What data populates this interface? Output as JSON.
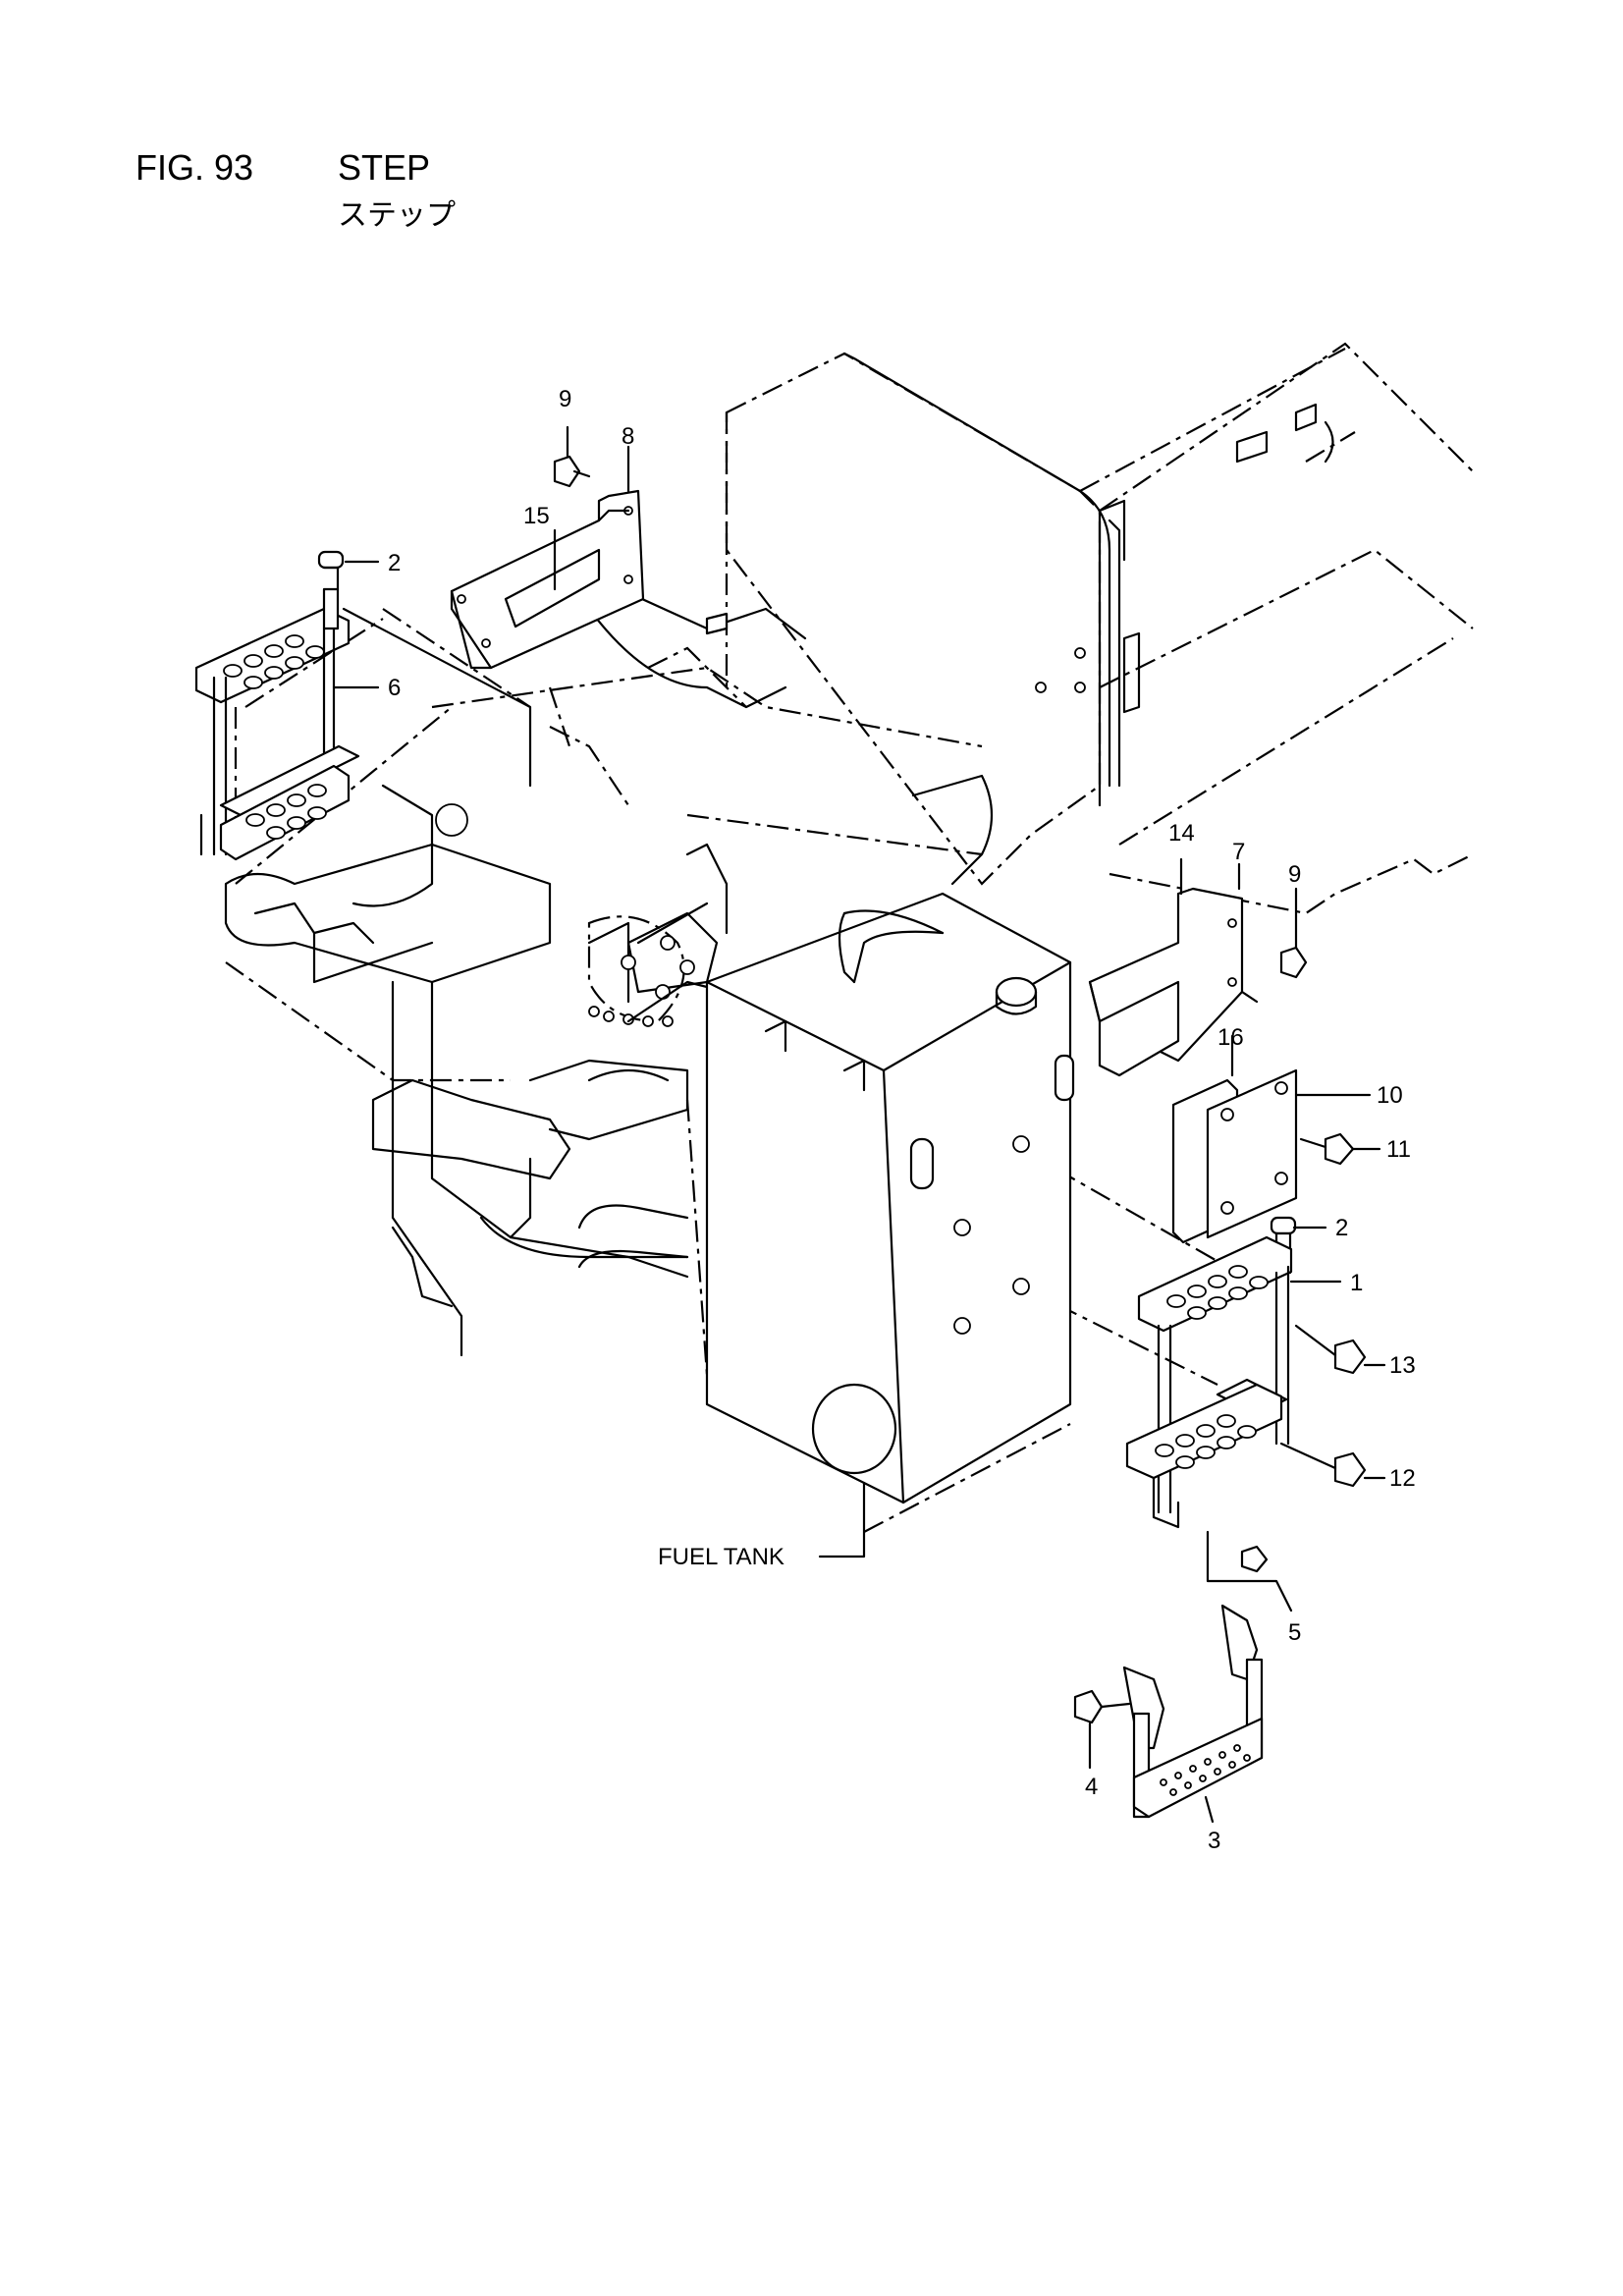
{
  "figure": {
    "number": "FIG. 93",
    "title": "STEP",
    "title_jp": "ステップ"
  },
  "callouts": {
    "c1": "1",
    "c2_top": "2",
    "c2_right": "2",
    "c3": "3",
    "c4": "4",
    "c5": "5",
    "c6": "6",
    "c7": "7",
    "c8": "8",
    "c9_top": "9",
    "c9_right": "9",
    "c10": "10",
    "c11": "11",
    "c12": "12",
    "c13": "13",
    "c14": "14",
    "c15": "15",
    "c16": "16"
  },
  "labels": {
    "fuel_tank": "FUEL TANK"
  }
}
